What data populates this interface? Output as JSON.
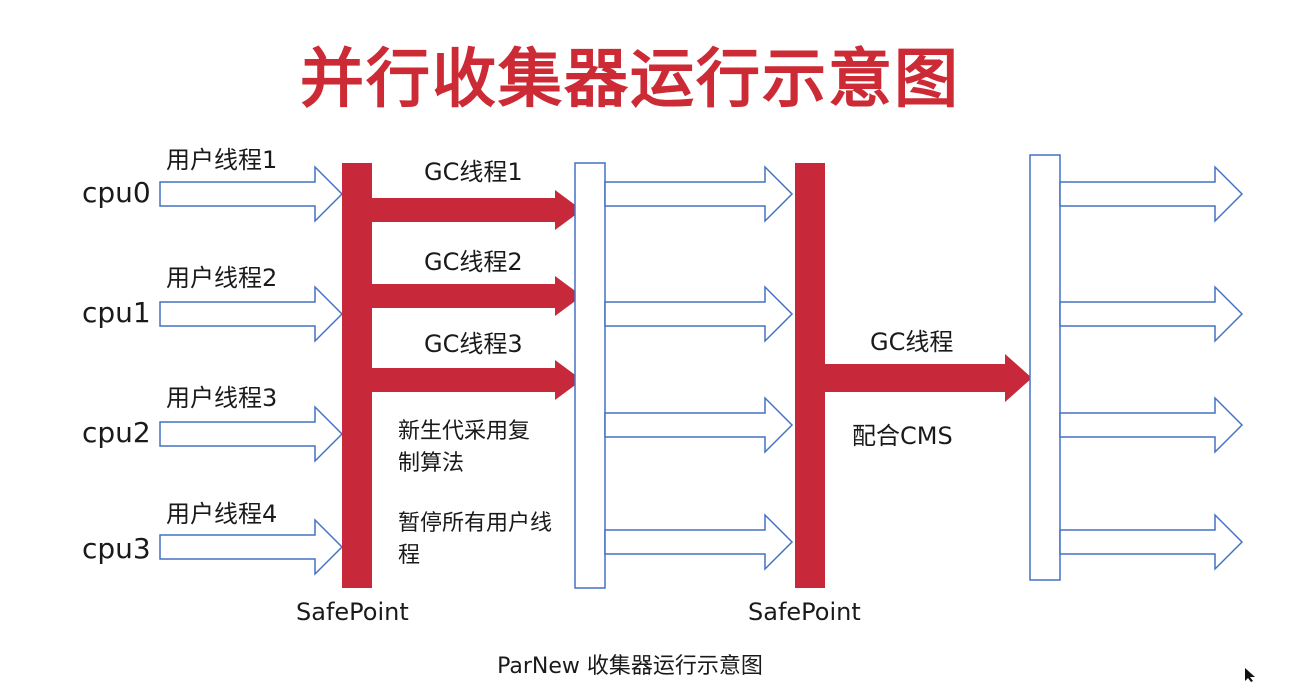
{
  "title": "并行收集器运行示意图",
  "cpus": [
    "cpu0",
    "cpu1",
    "cpu2",
    "cpu3"
  ],
  "user_threads": [
    "用户线程1",
    "用户线程2",
    "用户线程3",
    "用户线程4"
  ],
  "gc_threads": [
    "GC线程1",
    "GC线程2",
    "GC线程3"
  ],
  "gc_thread_single": "GC线程",
  "cms_note": "配合CMS",
  "young_gen_note": "新生代采用复制算法",
  "pause_note": "暂停所有用户线程",
  "safepoint_labels": [
    "SafePoint",
    "SafePoint"
  ],
  "caption": "ParNew 收集器运行示意图",
  "colors": {
    "title": "#cc2b36",
    "bar": "#c8293a",
    "outline": "#4472c4"
  }
}
